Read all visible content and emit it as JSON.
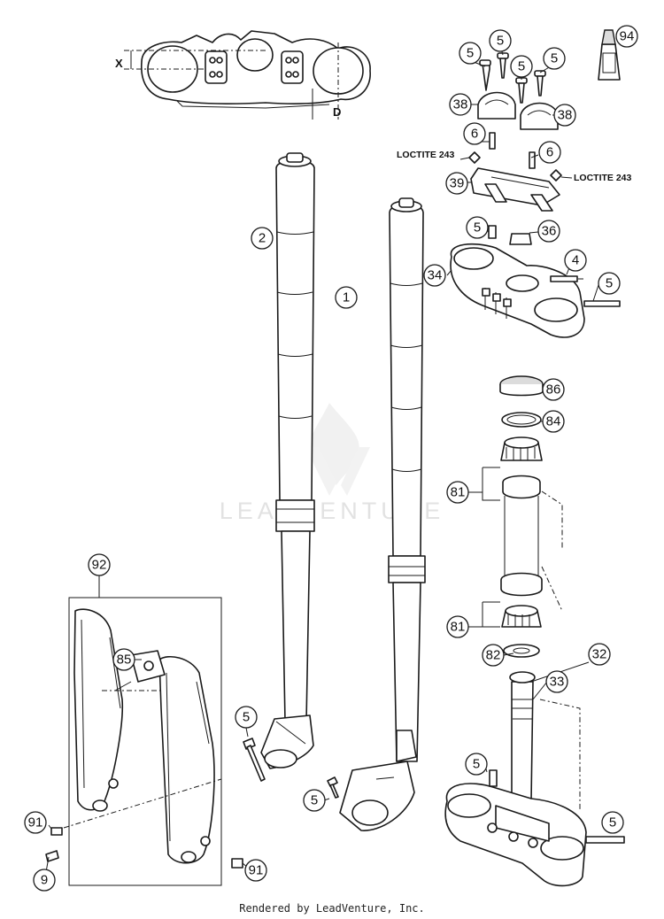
{
  "callouts": [
    {
      "id": "c94",
      "label": "94"
    },
    {
      "id": "c5a",
      "label": "5"
    },
    {
      "id": "c5b",
      "label": "5"
    },
    {
      "id": "c5c",
      "label": "5"
    },
    {
      "id": "c5d",
      "label": "5"
    },
    {
      "id": "c38a",
      "label": "38"
    },
    {
      "id": "c38b",
      "label": "38"
    },
    {
      "id": "c6a",
      "label": "6"
    },
    {
      "id": "c6b",
      "label": "6"
    },
    {
      "id": "c39",
      "label": "39"
    },
    {
      "id": "c5e",
      "label": "5"
    },
    {
      "id": "c36",
      "label": "36"
    },
    {
      "id": "c4",
      "label": "4"
    },
    {
      "id": "c34",
      "label": "34"
    },
    {
      "id": "c5f",
      "label": "5"
    },
    {
      "id": "c2",
      "label": "2"
    },
    {
      "id": "c1",
      "label": "1"
    },
    {
      "id": "c86",
      "label": "86"
    },
    {
      "id": "c84",
      "label": "84"
    },
    {
      "id": "c81a",
      "label": "81"
    },
    {
      "id": "c81b",
      "label": "81"
    },
    {
      "id": "c82",
      "label": "82"
    },
    {
      "id": "c92",
      "label": "92"
    },
    {
      "id": "c85",
      "label": "85"
    },
    {
      "id": "c5g",
      "label": "5"
    },
    {
      "id": "c32",
      "label": "32"
    },
    {
      "id": "c33",
      "label": "33"
    },
    {
      "id": "c5h",
      "label": "5"
    },
    {
      "id": "c5i",
      "label": "5"
    },
    {
      "id": "c5j",
      "label": "5"
    },
    {
      "id": "c91a",
      "label": "91"
    },
    {
      "id": "c9",
      "label": "9"
    },
    {
      "id": "c91b",
      "label": "91"
    }
  ],
  "annotations": {
    "loctite_left": "LOCTITE 243",
    "loctite_right": "LOCTITE 243",
    "dim_x": "X",
    "dim_d": "D"
  },
  "watermark": "LEADVENTURE",
  "footer": "Rendered by LeadVenture, Inc."
}
